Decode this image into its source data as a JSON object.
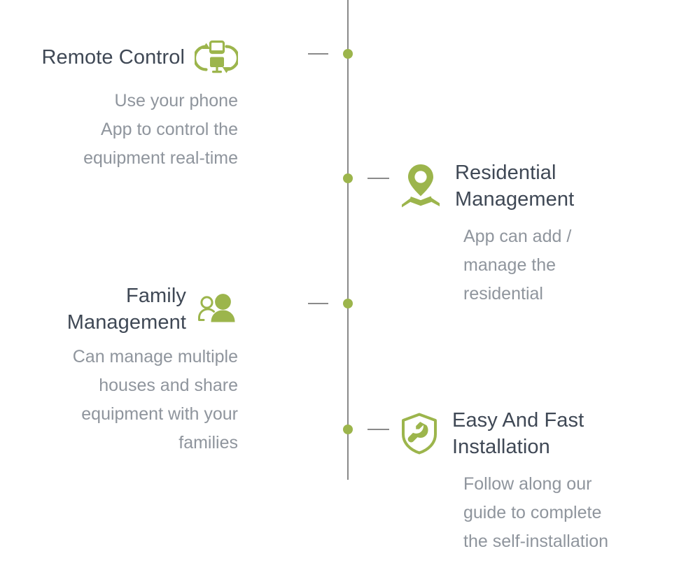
{
  "theme": {
    "accent_green": "#9cb54c",
    "title_color": "#3f4855",
    "body_color": "#8f959d",
    "line_color": "#8a8a8a",
    "background": "#ffffff"
  },
  "timeline": {
    "dots": 4,
    "connector_label": "dash"
  },
  "items": [
    {
      "id": "remote-control",
      "side": "left",
      "icon": "remote-control-icon",
      "title": "Remote Control",
      "description": "Use your phone\nApp to control the\nequipment real-time"
    },
    {
      "id": "residential-management",
      "side": "right",
      "icon": "map-pin-icon",
      "title": "Residential\nManagement",
      "description": "App can add /\nmanage the\nresidential"
    },
    {
      "id": "family-management",
      "side": "left",
      "icon": "family-people-icon",
      "title": "Family\nManagement",
      "description": "Can manage multiple\nhouses and share\nequipment with your\nfamilies"
    },
    {
      "id": "easy-fast-installation",
      "side": "right",
      "icon": "shield-wrench-icon",
      "title": "Easy And Fast\nInstallation",
      "description": "Follow along our\nguide to complete\nthe self-installation"
    }
  ]
}
